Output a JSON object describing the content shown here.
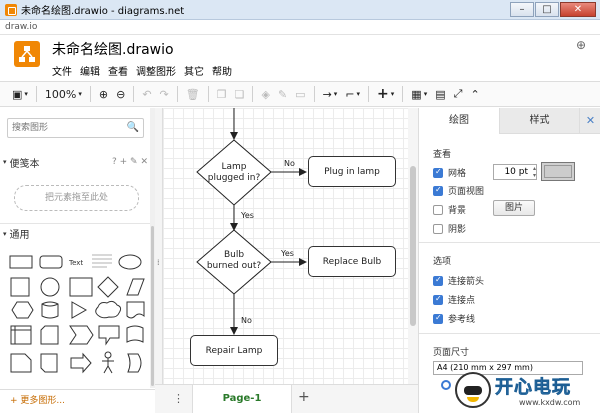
{
  "window": {
    "title": "未命名绘图.drawio - diagrams.net",
    "min": "–",
    "max": "□",
    "close": "✕"
  },
  "brand_line": "draw.io",
  "header": {
    "doc_title": "未命名绘图.drawio",
    "menus": [
      "文件",
      "编辑",
      "查看",
      "调整图形",
      "其它",
      "帮助"
    ],
    "globe": "⊕"
  },
  "toolbar": {
    "zoom": "100%"
  },
  "left": {
    "search_placeholder": "搜索图形",
    "scratchpad": "便笺本",
    "scratch_tools": "? + ✎ ✕",
    "dropzone": "把元素拖至此处",
    "general": "通用",
    "more_shapes": "+ 更多图形..."
  },
  "diagram": {
    "d1_line1": "Lamp",
    "d1_line2": "plugged in?",
    "r1": "Plug in lamp",
    "no1": "No",
    "yes1": "Yes",
    "d2_line1": "Bulb",
    "d2_line2": "burned out?",
    "r2": "Replace Bulb",
    "yes2": "Yes",
    "no2": "No",
    "r3": "Repair Lamp"
  },
  "pages": {
    "tab": "Page-1",
    "add": "+",
    "menu": "⋮"
  },
  "format": {
    "tab_diagram": "绘图",
    "tab_style": "样式",
    "close": "✕",
    "view_title": "查看",
    "grid": "网格",
    "grid_size": "10 pt",
    "page_view": "页面视图",
    "background": "背景",
    "image_btn": "图片",
    "shadow": "阴影",
    "options_title": "选项",
    "connection_arrows": "连接箭头",
    "connection_points": "连接点",
    "guides": "参考线",
    "paper_title": "页面尺寸",
    "paper_value": "A4 (210 mm x 297 mm)"
  },
  "watermark": {
    "brand": "开心电玩",
    "site": "www.kxdw.com"
  }
}
